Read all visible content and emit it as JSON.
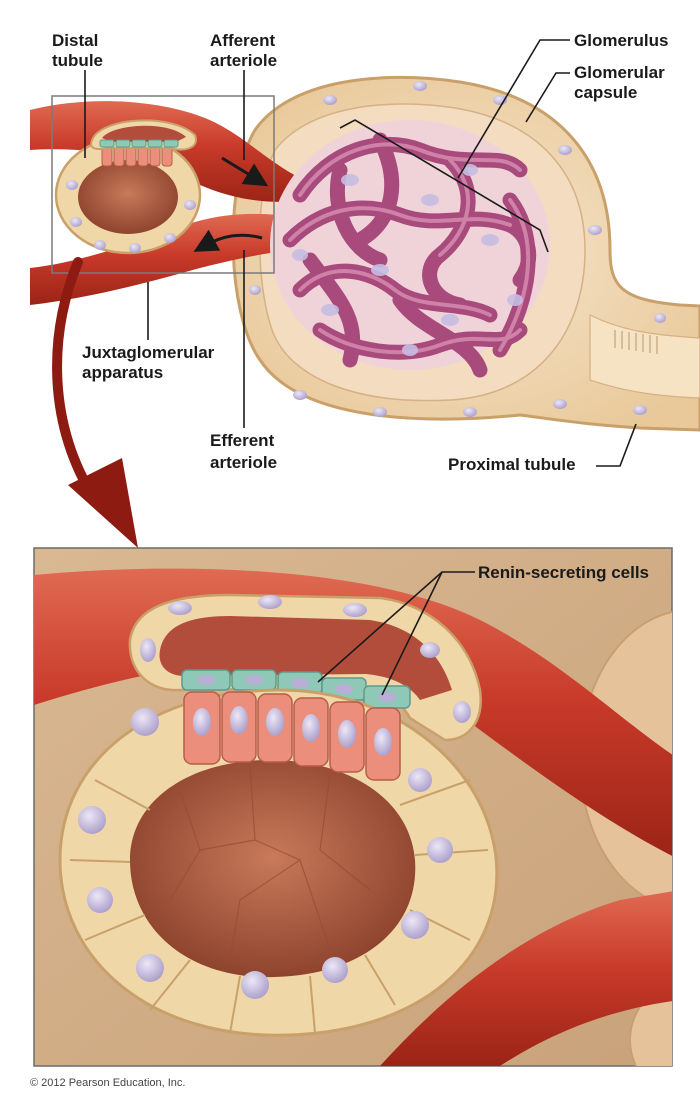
{
  "labels": {
    "distal_tubule": [
      "Distal",
      "tubule"
    ],
    "afferent_arteriole": [
      "Afferent",
      "arteriole"
    ],
    "glomerulus": "Glomerulus",
    "glomerular_capsule": [
      "Glomerular",
      "capsule"
    ],
    "juxtaglomerular_apparatus": [
      "Juxtaglomerular",
      "apparatus"
    ],
    "efferent_arteriole": [
      "Efferent",
      "arteriole"
    ],
    "proximal_tubule": "Proximal tubule",
    "renin_secreting_cells": "Renin-secreting cells"
  },
  "copyright": "© 2012 Pearson Education, Inc.",
  "colors": {
    "vessel": "#c83a2a",
    "vessel_highlight": "#e27058",
    "tubule_cell": "#f0d7a8",
    "lumen": "#a8553a",
    "nucleus": "#b9aed6",
    "glomerulus": "#a84b7c",
    "renin_cell": "#8fc8b7",
    "macula_cell": "#eb8f7c",
    "arrow": "#8e1b12"
  }
}
